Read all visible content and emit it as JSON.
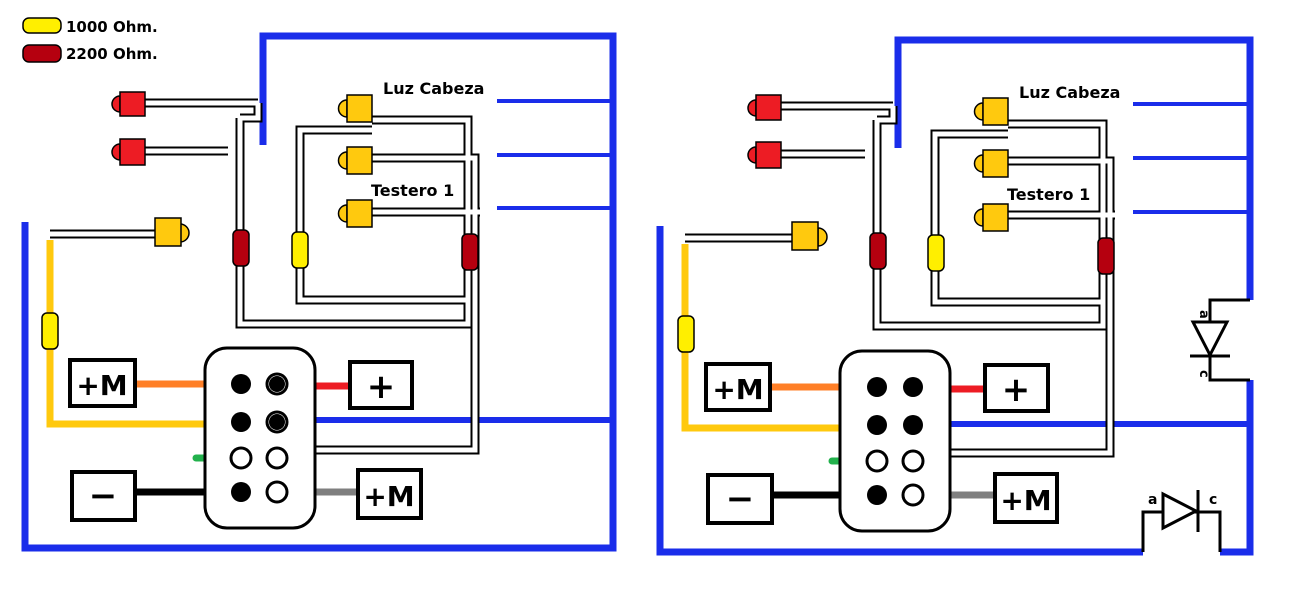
{
  "legend": [
    {
      "label": "1000 Ohm.",
      "color": "#ffef00"
    },
    {
      "label": "2200 Ohm.",
      "color": "#b5000f"
    }
  ],
  "colors": {
    "wire_blue": "#1a2dea",
    "wire_orange": "#ff7f27",
    "wire_yellow": "#ffc90e",
    "wire_red": "#ed1c24",
    "wire_green": "#22b14c",
    "wire_gray": "#7f7f7f",
    "led_red": "#ed1c24",
    "led_yellow": "#ffc90e"
  },
  "left_diagram": {
    "labels": {
      "luz_cabeza": "Luz Cabeza",
      "testero": "Testero 1"
    },
    "connector": {
      "plus_m_top": "+M",
      "plus": "+",
      "minus": "−",
      "plus_m_bottom": "+M"
    }
  },
  "right_diagram": {
    "labels": {
      "luz_cabeza": "Luz Cabeza",
      "testero": "Testero 1"
    },
    "connector": {
      "plus_m_top": "+M",
      "plus": "+",
      "minus": "−",
      "plus_m_bottom": "+M"
    },
    "diode_vertical": {
      "anode": "a",
      "cathode": "c"
    },
    "diode_horizontal": {
      "anode": "a",
      "cathode": "c"
    }
  }
}
